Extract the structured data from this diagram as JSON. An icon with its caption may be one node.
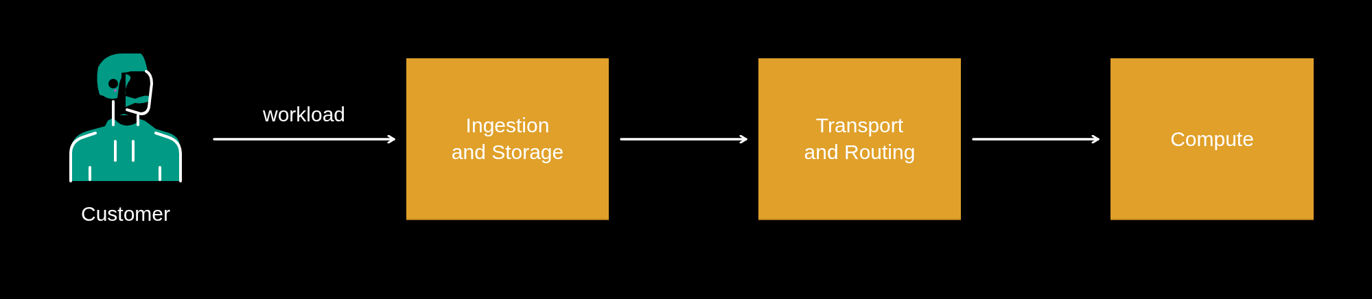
{
  "diagram": {
    "nodes": [
      {
        "text": [
          "Customer"
        ]
      },
      {
        "text": [
          "Ingestion and Storage"
        ]
      },
      {
        "text": [
          "Transport and Routing"
        ]
      },
      {
        "text": [
          "Compute"
        ]
      }
    ],
    "edges": [
      {
        "from": 0,
        "to": 1,
        "arrow": "to",
        "label": "workload"
      },
      {
        "from": 1,
        "to": 2,
        "arrow": "to"
      },
      {
        "from": 2,
        "to": 3,
        "arrow": "to"
      }
    ]
  }
}
